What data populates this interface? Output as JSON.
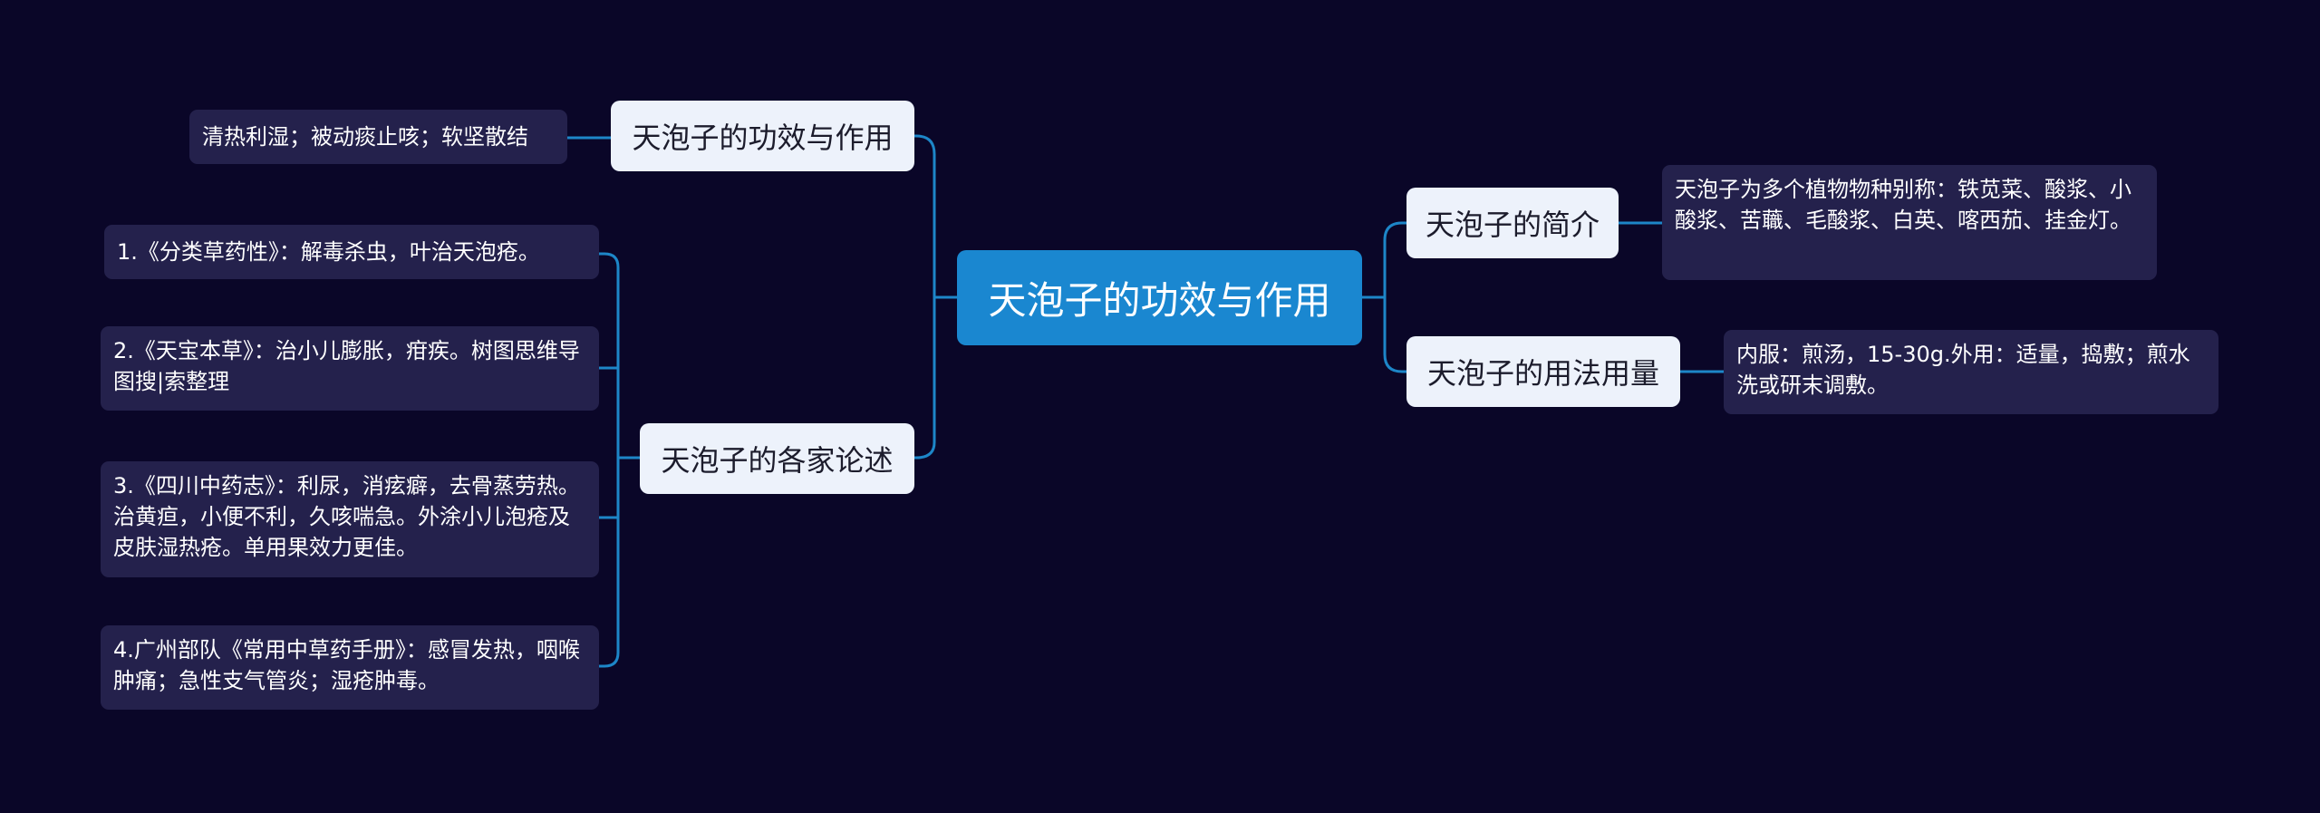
{
  "root": "天泡子的功效与作用",
  "left_branches": [
    {
      "label": "天泡子的功效与作用",
      "children": [
        "清热利湿；被动痰止咳；软坚散结"
      ]
    },
    {
      "label": "天泡子的各家论述",
      "children": [
        "1.《分类草药性》：解毒杀虫，叶治天泡疮。",
        "2.《天宝本草》：治小儿膨胀，疳疾。树图思维导图搜|索整理",
        "3.《四川中药志》：利尿，消痃癖，去骨蒸劳热。治黄疸，小便不利，久咳喘急。外涂小儿泡疮及皮肤湿热疮。单用果效力更佳。",
        "4.广州部队《常用中草药手册》：感冒发热，咽喉肿痛；急性支气管炎；湿疮肿毒。"
      ]
    }
  ],
  "right_branches": [
    {
      "label": "天泡子的简介",
      "children": [
        "天泡子为多个植物物种别称：铁苋菜、酸浆、小酸浆、苦蘵、毛酸浆、白英、喀西茄、挂金灯。"
      ]
    },
    {
      "label": "天泡子的用法用量",
      "children": [
        "内服：煎汤，15-30g.外用：适量，捣敷；煎水洗或研末调敷。"
      ]
    }
  ],
  "colors": {
    "background": "#0a0628",
    "root_fill": "#1a87d0",
    "branch_fill": "#edf2fb",
    "leaf_fill": "#24214c",
    "connector": "#1d86c8"
  }
}
